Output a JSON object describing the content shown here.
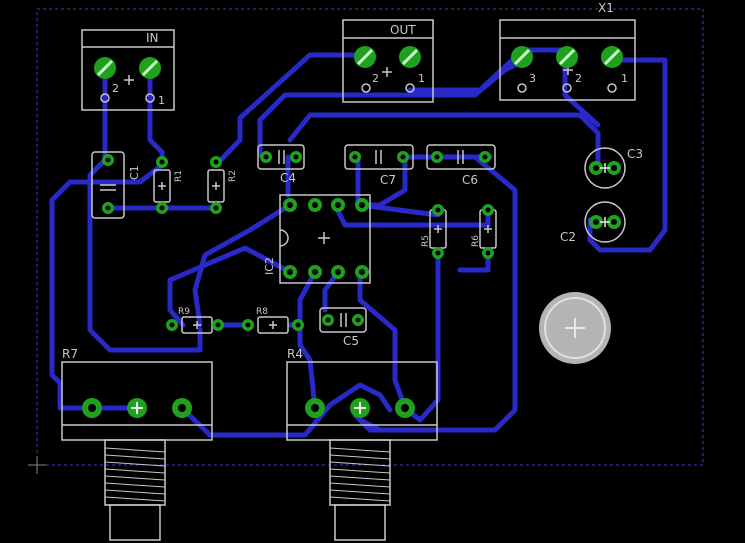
{
  "colors": {
    "background": "#000000",
    "trace": "#2929c8",
    "pad": "#1fa01f",
    "silkscreen": "#c8c8c8",
    "outline": "#3a3ad8",
    "hole": "#000000"
  },
  "components": [
    {
      "ref": "IN",
      "pin_labels": [
        "2",
        "1"
      ]
    },
    {
      "ref": "OUT",
      "pin_labels": [
        "2",
        "1"
      ]
    },
    {
      "ref": "X1",
      "pin_labels": [
        "3",
        "2",
        "1"
      ]
    },
    {
      "ref": "C1"
    },
    {
      "ref": "R1"
    },
    {
      "ref": "R2"
    },
    {
      "ref": "C4"
    },
    {
      "ref": "C7"
    },
    {
      "ref": "C6"
    },
    {
      "ref": "C3"
    },
    {
      "ref": "C2"
    },
    {
      "ref": "IC2"
    },
    {
      "ref": "R5"
    },
    {
      "ref": "R6"
    },
    {
      "ref": "R9"
    },
    {
      "ref": "R8"
    },
    {
      "ref": "C5"
    },
    {
      "ref": "R7"
    },
    {
      "ref": "R4"
    }
  ],
  "icons": [
    "pcb-board",
    "via-hole-icon",
    "terminal-screw-icon",
    "potentiometer-icon"
  ]
}
